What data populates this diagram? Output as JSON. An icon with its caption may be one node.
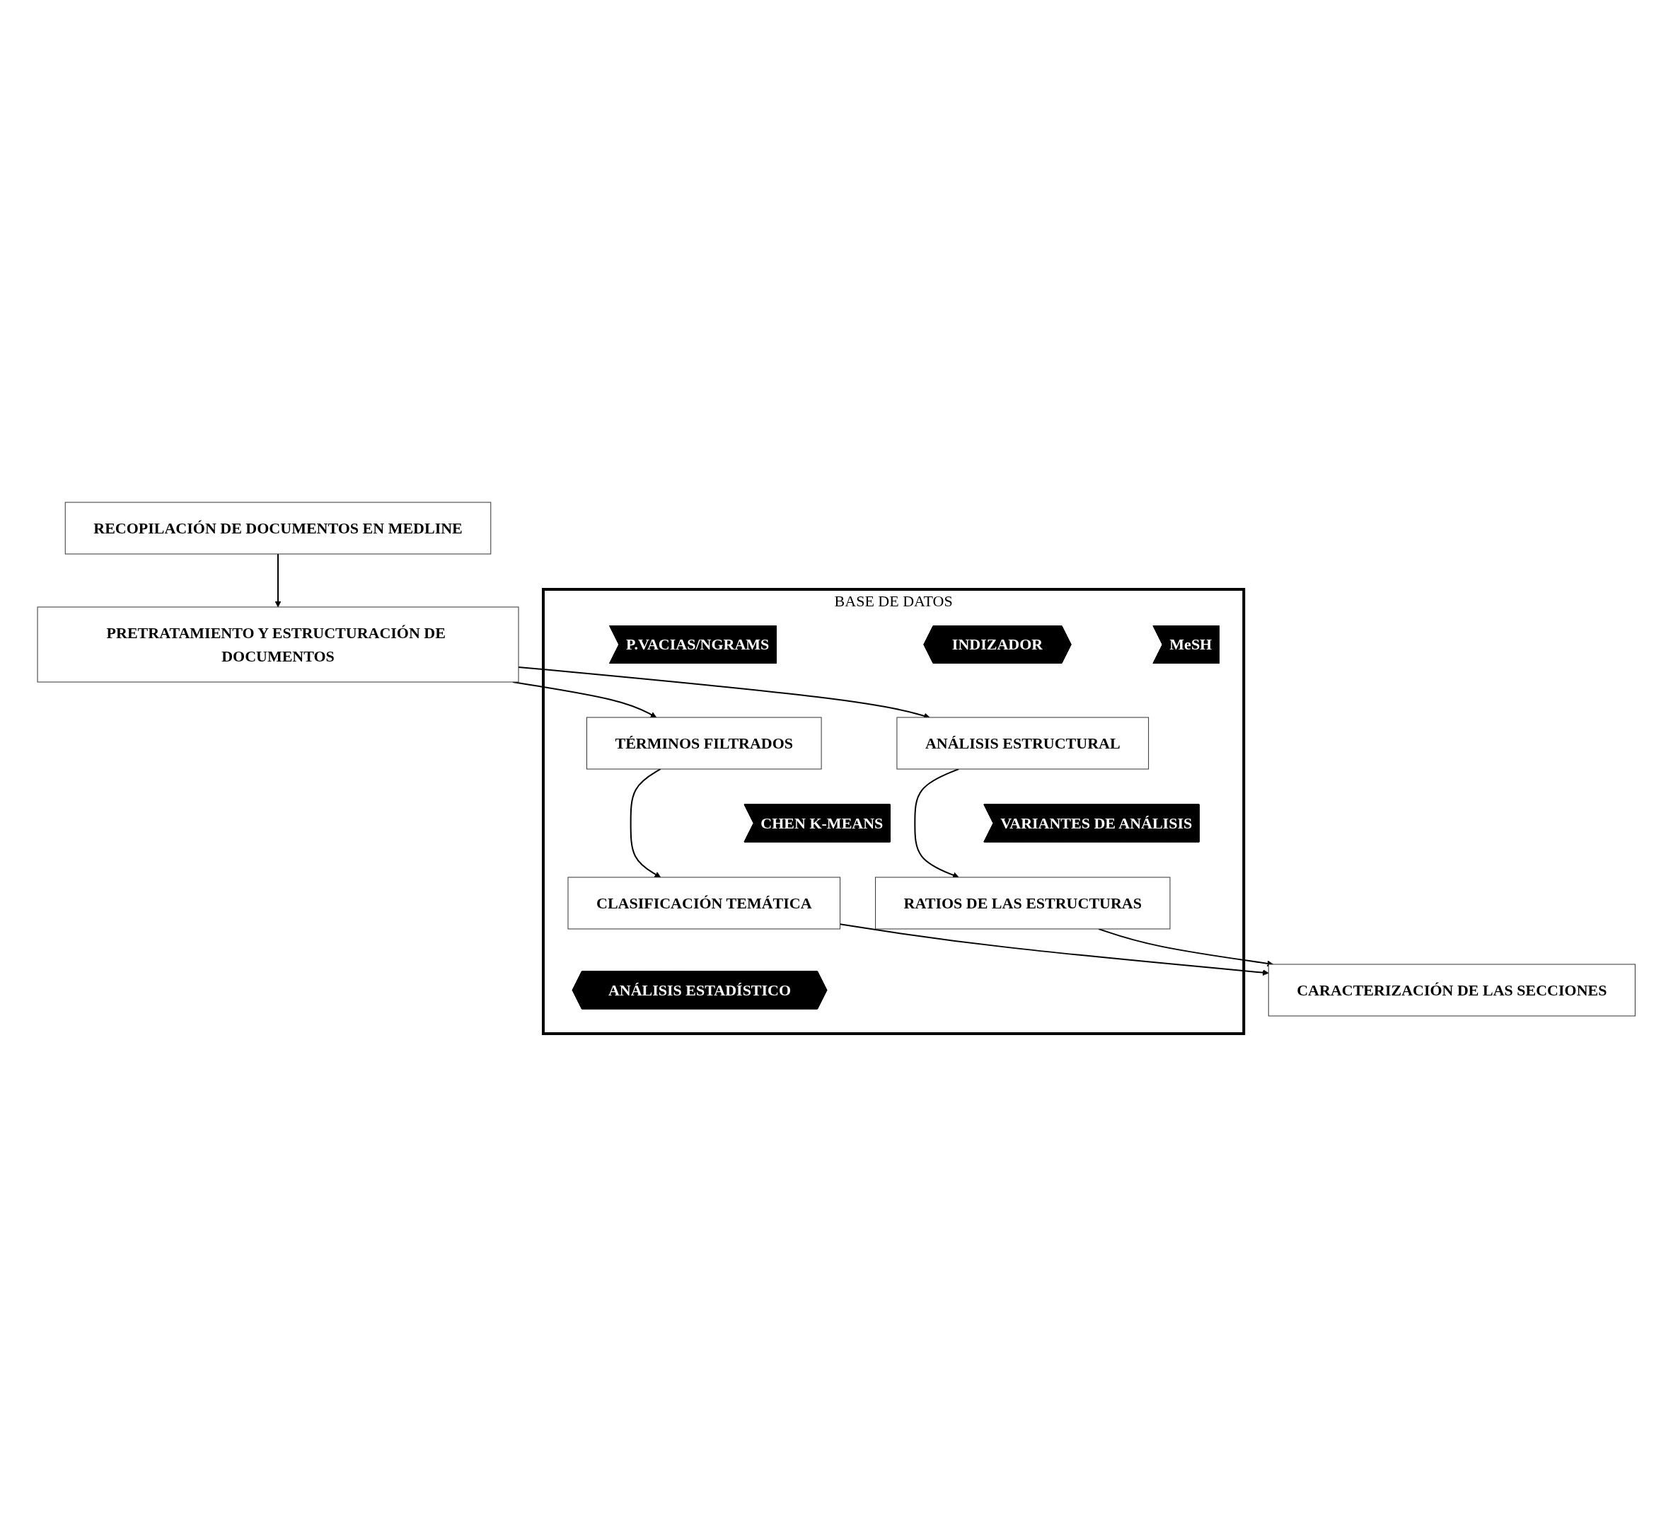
{
  "diagram": {
    "nodes": [
      {
        "text": [
          "RECOPILACIÓN DE DOCUMENTOS EN MEDLINE"
        ]
      },
      {
        "text": [
          "PRETRATAMIENTO Y ESTRUCTURACIÓN DE DOCUMENTOS"
        ]
      },
      {
        "text": [
          "BASE DE DATOS"
        ]
      },
      {
        "text": [
          "P.VACIAS/NGRAMS"
        ],
        "in": 2
      },
      {
        "text": [
          "MeSH"
        ],
        "in": 2
      },
      {
        "text": [
          "INDIZADOR"
        ],
        "in": 2
      },
      {
        "text": [
          "TÉRMINOS FILTRADOS"
        ],
        "in": 2
      },
      {
        "text": [
          "ANÁLISIS ESTRUCTURAL"
        ],
        "in": 2
      },
      {
        "text": [
          "CHEN K-MEANS"
        ],
        "in": 2
      },
      {
        "text": [
          "VARIANTES DE ANÁLISIS"
        ],
        "in": 2
      },
      {
        "text": [
          "CLASIFICACIÓN TEMÁTICA"
        ],
        "in": 2
      },
      {
        "text": [
          "RATIOS DE LAS ESTRUCTURAS"
        ],
        "in": 2
      },
      {
        "text": [
          "ANÁLISIS ESTADÍSTICO"
        ],
        "in": 2
      },
      {
        "text": [
          "CARACTERIZACIÓN DE LAS SECCIONES"
        ]
      }
    ],
    "edges": [
      {
        "from": 0,
        "to": 1,
        "arrow": "to"
      },
      {
        "from": 1,
        "to": 6,
        "arrow": "to"
      },
      {
        "from": 1,
        "to": 7,
        "arrow": "to"
      },
      {
        "from": 6,
        "to": 10,
        "arrow": "to"
      },
      {
        "from": 7,
        "to": 11,
        "arrow": "to"
      },
      {
        "from": 10,
        "to": 13,
        "arrow": "to"
      },
      {
        "from": 11,
        "to": 13,
        "arrow": "to"
      }
    ]
  }
}
